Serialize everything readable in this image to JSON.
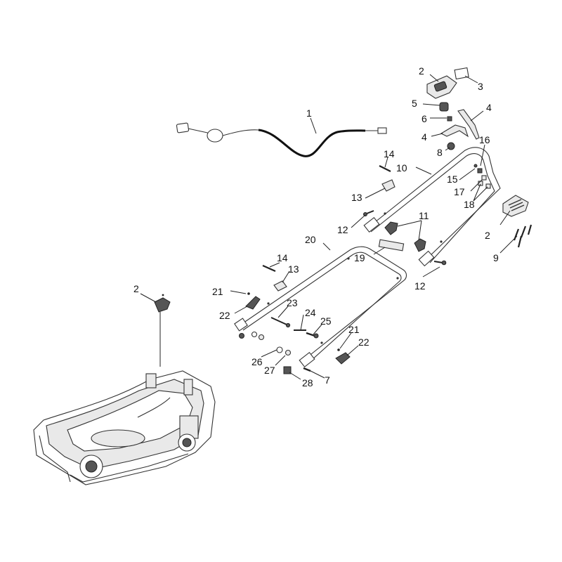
{
  "callouts": {
    "c1": "1",
    "c2a": "2",
    "c2b": "2",
    "c2c": "2",
    "c3": "3",
    "c4a": "4",
    "c4b": "4",
    "c5": "5",
    "c6": "6",
    "c7": "7",
    "c8": "8",
    "c9": "9",
    "c10": "10",
    "c11": "11",
    "c12a": "12",
    "c12b": "12",
    "c13a": "13",
    "c13b": "13",
    "c14a": "14",
    "c14b": "14",
    "c15": "15",
    "c16": "16",
    "c17": "17",
    "c18": "18",
    "c19": "19",
    "c20": "20",
    "c21a": "21",
    "c21b": "21",
    "c22a": "22",
    "c22b": "22",
    "c23": "23",
    "c24": "24",
    "c25": "25",
    "c26": "26",
    "c27": "27",
    "c28": "28"
  }
}
